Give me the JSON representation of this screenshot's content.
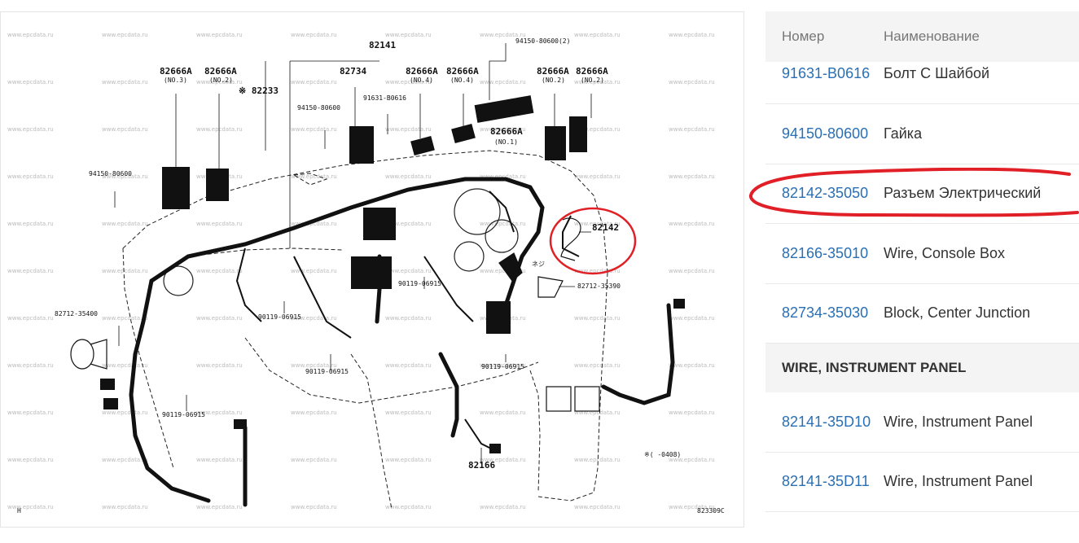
{
  "diagram": {
    "watermark": "www.epcdata.ru",
    "labels": [
      {
        "id": "82141",
        "text": "82141"
      },
      {
        "id": "94150-80600-2",
        "text": "94150-80600(2)"
      },
      {
        "id": "82666A-1",
        "text": "82666A"
      },
      {
        "id": "no3",
        "text": "(NO.3)"
      },
      {
        "id": "82666A-2",
        "text": "82666A"
      },
      {
        "id": "no2a",
        "text": "(NO.2)"
      },
      {
        "id": "82233",
        "text": "※ 82233"
      },
      {
        "id": "82734",
        "text": "82734"
      },
      {
        "id": "82666A-3",
        "text": "82666A"
      },
      {
        "id": "no4a",
        "text": "(NO.4)"
      },
      {
        "id": "82666A-4",
        "text": "82666A"
      },
      {
        "id": "no4b",
        "text": "(NO.4)"
      },
      {
        "id": "82666A-5",
        "text": "82666A"
      },
      {
        "id": "no2b",
        "text": "(NO.2)"
      },
      {
        "id": "82666A-6",
        "text": "82666A"
      },
      {
        "id": "no2c",
        "text": "(NO.2)"
      },
      {
        "id": "94150-80600-a",
        "text": "94150-80600"
      },
      {
        "id": "91631-B0616",
        "text": "91631-B0616"
      },
      {
        "id": "82666A-7",
        "text": "82666A"
      },
      {
        "id": "no1",
        "text": "(NO.1)"
      },
      {
        "id": "94150-80600-b",
        "text": "94150-80600"
      },
      {
        "id": "82142",
        "text": "82142"
      },
      {
        "id": "82712-35390",
        "text": "82712-35390"
      },
      {
        "id": "82712-35400",
        "text": "82712-35400"
      },
      {
        "id": "90119-06915-a",
        "text": "90119-06915"
      },
      {
        "id": "90119-06915-b",
        "text": "90119-06915"
      },
      {
        "id": "90119-06915-c",
        "text": "90119-06915"
      },
      {
        "id": "90119-06915-d",
        "text": "90119-06915"
      },
      {
        "id": "90119-06915-e",
        "text": "90119-06915"
      },
      {
        "id": "82166",
        "text": "82166"
      },
      {
        "id": "note",
        "text": "※(    -0408)"
      },
      {
        "id": "code",
        "text": "823309C"
      },
      {
        "id": "h",
        "text": "H"
      },
      {
        "id": "arrow-label",
        "text": "ネジ"
      }
    ]
  },
  "parts": {
    "headers": {
      "number": "Номер",
      "name": "Наименование"
    },
    "rows_a": [
      {
        "number": "91631-B0616",
        "name": "Болт С Шайбой"
      },
      {
        "number": "94150-80600",
        "name": "Гайка"
      },
      {
        "number": "82142-35050",
        "name": "Разъем Электрический"
      },
      {
        "number": "82166-35010",
        "name": "Wire, Console Box"
      },
      {
        "number": "82734-35030",
        "name": "Block, Center Junction"
      }
    ],
    "group_title": "WIRE, INSTRUMENT PANEL",
    "rows_b": [
      {
        "number": "82141-35D10",
        "name": "Wire, Instrument Panel"
      },
      {
        "number": "82141-35D11",
        "name": "Wire, Instrument Panel"
      }
    ],
    "highlight_color": "#e01f26",
    "link_color": "#2a6fb5"
  }
}
